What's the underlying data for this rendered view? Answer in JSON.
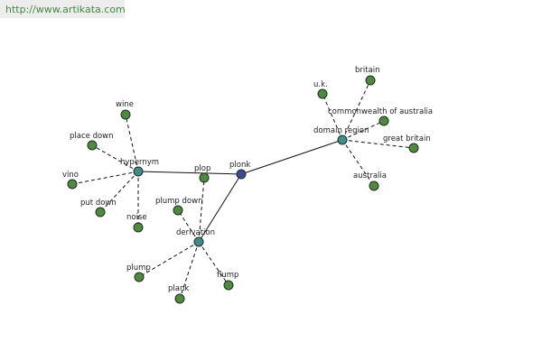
{
  "banner": {
    "url": "http://www.artikata.com"
  },
  "colors": {
    "word": "#4e8b3f",
    "relation": "#3f8d8d",
    "center": "#3a4a9a",
    "edge": "#111111",
    "banner_bg": "#ededed",
    "banner_text": "#3d8d3d"
  },
  "nodes": [
    {
      "id": "plonk",
      "label": "plonk",
      "kind": "center"
    },
    {
      "id": "hypernym",
      "label": "hypernym",
      "kind": "relation"
    },
    {
      "id": "derivation",
      "label": "derivation",
      "kind": "relation"
    },
    {
      "id": "domain-region",
      "label": "domain region",
      "kind": "relation"
    },
    {
      "id": "wine",
      "label": "wine",
      "kind": "word"
    },
    {
      "id": "place-down",
      "label": "place down",
      "kind": "word"
    },
    {
      "id": "vino",
      "label": "vino",
      "kind": "word"
    },
    {
      "id": "put-down",
      "label": "put down",
      "kind": "word"
    },
    {
      "id": "noise",
      "label": "noise",
      "kind": "word"
    },
    {
      "id": "plop",
      "label": "plop",
      "kind": "word"
    },
    {
      "id": "plump-down",
      "label": "plump down",
      "kind": "word"
    },
    {
      "id": "plump",
      "label": "plump",
      "kind": "word"
    },
    {
      "id": "plank",
      "label": "plank",
      "kind": "word"
    },
    {
      "id": "flump",
      "label": "flump",
      "kind": "word"
    },
    {
      "id": "uk",
      "label": "u.k.",
      "kind": "word"
    },
    {
      "id": "britain",
      "label": "britain",
      "kind": "word"
    },
    {
      "id": "commonwealth-of-australia",
      "label": "commonwealth of australia",
      "kind": "word"
    },
    {
      "id": "great-britain",
      "label": "great britain",
      "kind": "word"
    },
    {
      "id": "australia",
      "label": "australia",
      "kind": "word"
    }
  ],
  "edges": [
    {
      "from": "hypernym",
      "to": "plonk",
      "style": "solid"
    },
    {
      "from": "derivation",
      "to": "plonk",
      "style": "solid"
    },
    {
      "from": "domain-region",
      "to": "plonk",
      "style": "solid"
    },
    {
      "from": "hypernym",
      "to": "wine",
      "style": "dashed"
    },
    {
      "from": "hypernym",
      "to": "place-down",
      "style": "dashed"
    },
    {
      "from": "hypernym",
      "to": "vino",
      "style": "dashed"
    },
    {
      "from": "hypernym",
      "to": "put-down",
      "style": "dashed"
    },
    {
      "from": "hypernym",
      "to": "noise",
      "style": "dashed"
    },
    {
      "from": "derivation",
      "to": "plop",
      "style": "dashed"
    },
    {
      "from": "derivation",
      "to": "plump-down",
      "style": "dashed"
    },
    {
      "from": "derivation",
      "to": "plump",
      "style": "dashed"
    },
    {
      "from": "derivation",
      "to": "plank",
      "style": "dashed"
    },
    {
      "from": "derivation",
      "to": "flump",
      "style": "dashed"
    },
    {
      "from": "domain-region",
      "to": "uk",
      "style": "dashed"
    },
    {
      "from": "domain-region",
      "to": "britain",
      "style": "dashed"
    },
    {
      "from": "domain-region",
      "to": "commonwealth-of-australia",
      "style": "dashed"
    },
    {
      "from": "domain-region",
      "to": "great-britain",
      "style": "dashed"
    },
    {
      "from": "domain-region",
      "to": "australia",
      "style": "dashed"
    }
  ]
}
